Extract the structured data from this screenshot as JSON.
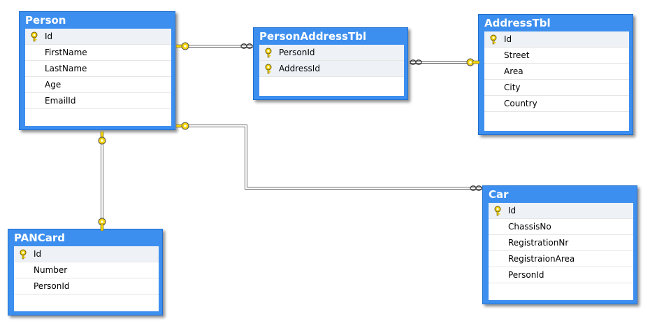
{
  "tables": {
    "person": {
      "name": "Person",
      "columns": [
        {
          "name": "Id",
          "pk": true
        },
        {
          "name": "FirstName",
          "pk": false
        },
        {
          "name": "LastName",
          "pk": false
        },
        {
          "name": "Age",
          "pk": false
        },
        {
          "name": "EmailId",
          "pk": false
        }
      ]
    },
    "person_address": {
      "name": "PersonAddressTbl",
      "columns": [
        {
          "name": "PersonId",
          "pk": true
        },
        {
          "name": "AddressId",
          "pk": true
        }
      ]
    },
    "address": {
      "name": "AddressTbl",
      "columns": [
        {
          "name": "Id",
          "pk": true
        },
        {
          "name": "Street",
          "pk": false
        },
        {
          "name": "Area",
          "pk": false
        },
        {
          "name": "City",
          "pk": false
        },
        {
          "name": "Country",
          "pk": false
        }
      ]
    },
    "pancard": {
      "name": "PANCard",
      "columns": [
        {
          "name": "Id",
          "pk": true
        },
        {
          "name": "Number",
          "pk": false
        },
        {
          "name": "PersonId",
          "pk": false
        }
      ]
    },
    "car": {
      "name": "Car",
      "columns": [
        {
          "name": "Id",
          "pk": true
        },
        {
          "name": "ChassisNo",
          "pk": false
        },
        {
          "name": "RegistrationNr",
          "pk": false
        },
        {
          "name": "RegistraionArea",
          "pk": false
        },
        {
          "name": "PersonId",
          "pk": false
        }
      ]
    }
  },
  "relationships": [
    {
      "from": "Person",
      "to": "PersonAddressTbl",
      "cardinality": "one-to-many"
    },
    {
      "from": "AddressTbl",
      "to": "PersonAddressTbl",
      "cardinality": "one-to-many"
    },
    {
      "from": "Person",
      "to": "Car",
      "cardinality": "one-to-many"
    },
    {
      "from": "Person",
      "to": "PANCard",
      "cardinality": "one-to-one"
    }
  ],
  "colors": {
    "table_header": "#3d8fef",
    "table_border": "#1f6fd0",
    "key_icon": "#f5d400",
    "relationship_line": "#707070"
  }
}
